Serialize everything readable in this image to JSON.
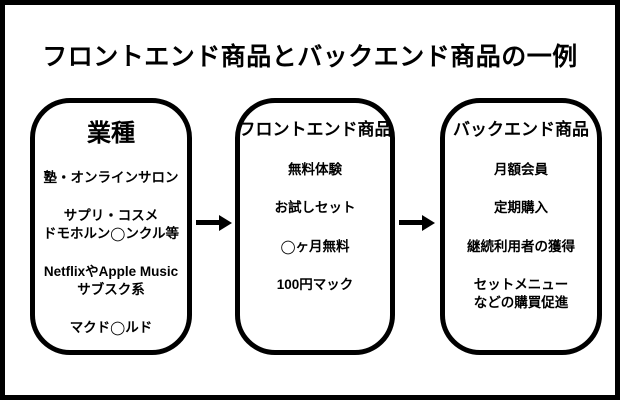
{
  "title": "フロントエンド商品とバックエンド商品の一例",
  "colors": {
    "ink": "#000000",
    "background": "#ffffff"
  },
  "boxes": [
    {
      "id": "industry",
      "header": "業種",
      "items": [
        "塾・オンラインサロン",
        "サプリ・コスメ\nドモホルン◯ンクル等",
        "NetflixやApple Music\nサブスク系",
        "マクド◯ルド"
      ]
    },
    {
      "id": "frontend-products",
      "header": "フロントエンド商品",
      "items": [
        "無料体験",
        "お試しセット",
        "◯ヶ月無料",
        "100円マック"
      ]
    },
    {
      "id": "backend-products",
      "header": "バックエンド商品",
      "items": [
        "月額会員",
        "定期購入",
        "継続利用者の獲得",
        "セットメニュー\nなどの購買促進"
      ]
    }
  ]
}
